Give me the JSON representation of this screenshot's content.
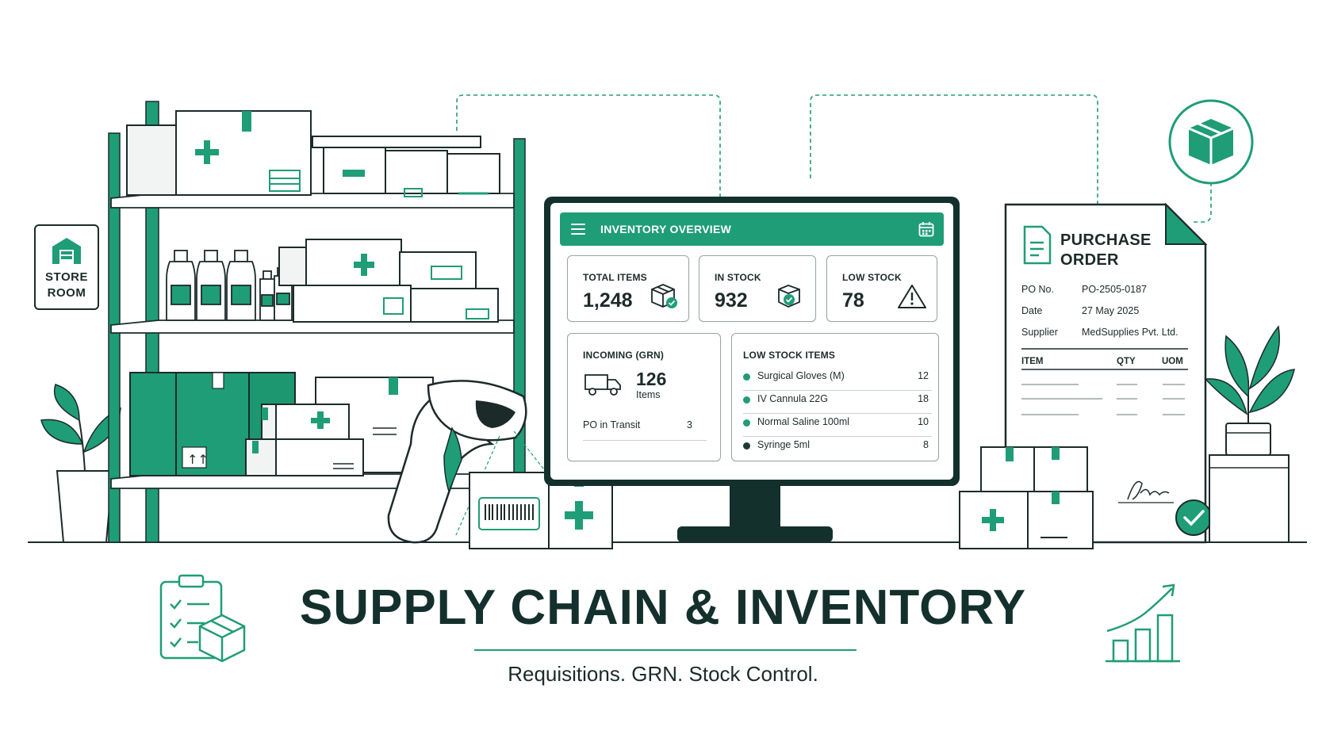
{
  "store_room": {
    "label_line1": "STORE",
    "label_line2": "ROOM",
    "icon": "warehouse-icon"
  },
  "dashboard": {
    "title": "INVENTORY OVERVIEW",
    "menu_icon": "hamburger-menu-icon",
    "calendar_icon": "calendar-icon",
    "total_items": {
      "label": "TOTAL ITEMS",
      "value": "1,248",
      "icon": "box-check-icon"
    },
    "in_stock": {
      "label": "IN STOCK",
      "value": "932",
      "icon": "box-check-icon"
    },
    "low_stock": {
      "label": "LOW STOCK",
      "value": "78",
      "icon": "warning-triangle-icon"
    },
    "incoming": {
      "label": "INCOMING (GRN)",
      "value": "126",
      "unit": "Items",
      "icon": "delivery-truck-icon",
      "transit_label": "PO in Transit",
      "transit_value": "3"
    },
    "low_stock_items": {
      "title": "LOW STOCK ITEMS",
      "items": [
        {
          "name": "Surgical Gloves (M)",
          "qty": "12"
        },
        {
          "name": "IV Cannula 22G",
          "qty": "18"
        },
        {
          "name": "Normal Saline 100ml",
          "qty": "10"
        },
        {
          "name": "Syringe 5ml",
          "qty": "8"
        }
      ]
    }
  },
  "purchase_order": {
    "title_line1": "PURCHASE",
    "title_line2": "ORDER",
    "fields": [
      {
        "label": "PO No.",
        "value": "PO-2505-0187"
      },
      {
        "label": "Date",
        "value": "27 May 2025"
      },
      {
        "label": "Supplier",
        "value": "MedSupplies Pvt. Ltd."
      }
    ],
    "columns": [
      "ITEM",
      "QTY",
      "UOM"
    ]
  },
  "footer": {
    "headline": "SUPPLY CHAIN & INVENTORY",
    "tagline": "Requisitions. GRN. Stock Control."
  },
  "colors": {
    "brand_green": "#1f9d76",
    "dark_teal": "#14302d",
    "outline": "#1c2b2a"
  }
}
